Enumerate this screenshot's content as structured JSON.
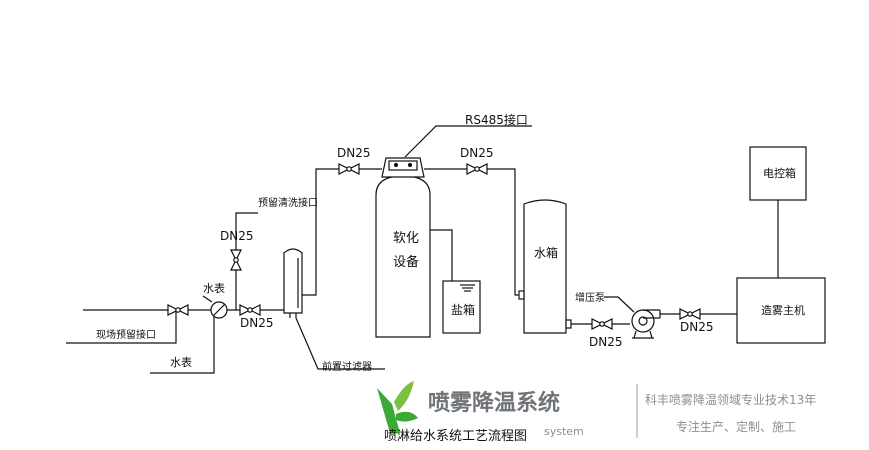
{
  "diagram": {
    "title": "喷淋给水系统工艺流程图",
    "labels": {
      "rs485": "RS485接口",
      "dn25_top_left": "DN25",
      "dn25_top_right": "DN25",
      "dn25_vertical": "DN25",
      "dn25_bottom_left": "DN25",
      "dn25_pump": "DN25",
      "dn25_right": "DN25",
      "reserved_flush": "预留清洗接口",
      "water_meter_top": "水表",
      "water_meter_bottom": "水表",
      "site_interface": "现场预留接口",
      "prefilter": "前置过滤器",
      "softener_line1": "软化",
      "softener_line2": "设备",
      "salt_tank": "盐箱",
      "water_tank": "水箱",
      "booster_pump": "增压泵",
      "control_box": "电控箱",
      "mist_host": "造雾主机"
    }
  },
  "watermark": {
    "brand": "喷雾降温系统",
    "brand_sub": "system",
    "tagline1": "科丰喷雾降温领域专业技术13年",
    "tagline2": "专注生产、定制、施工",
    "logo_color": "#3aa935"
  }
}
